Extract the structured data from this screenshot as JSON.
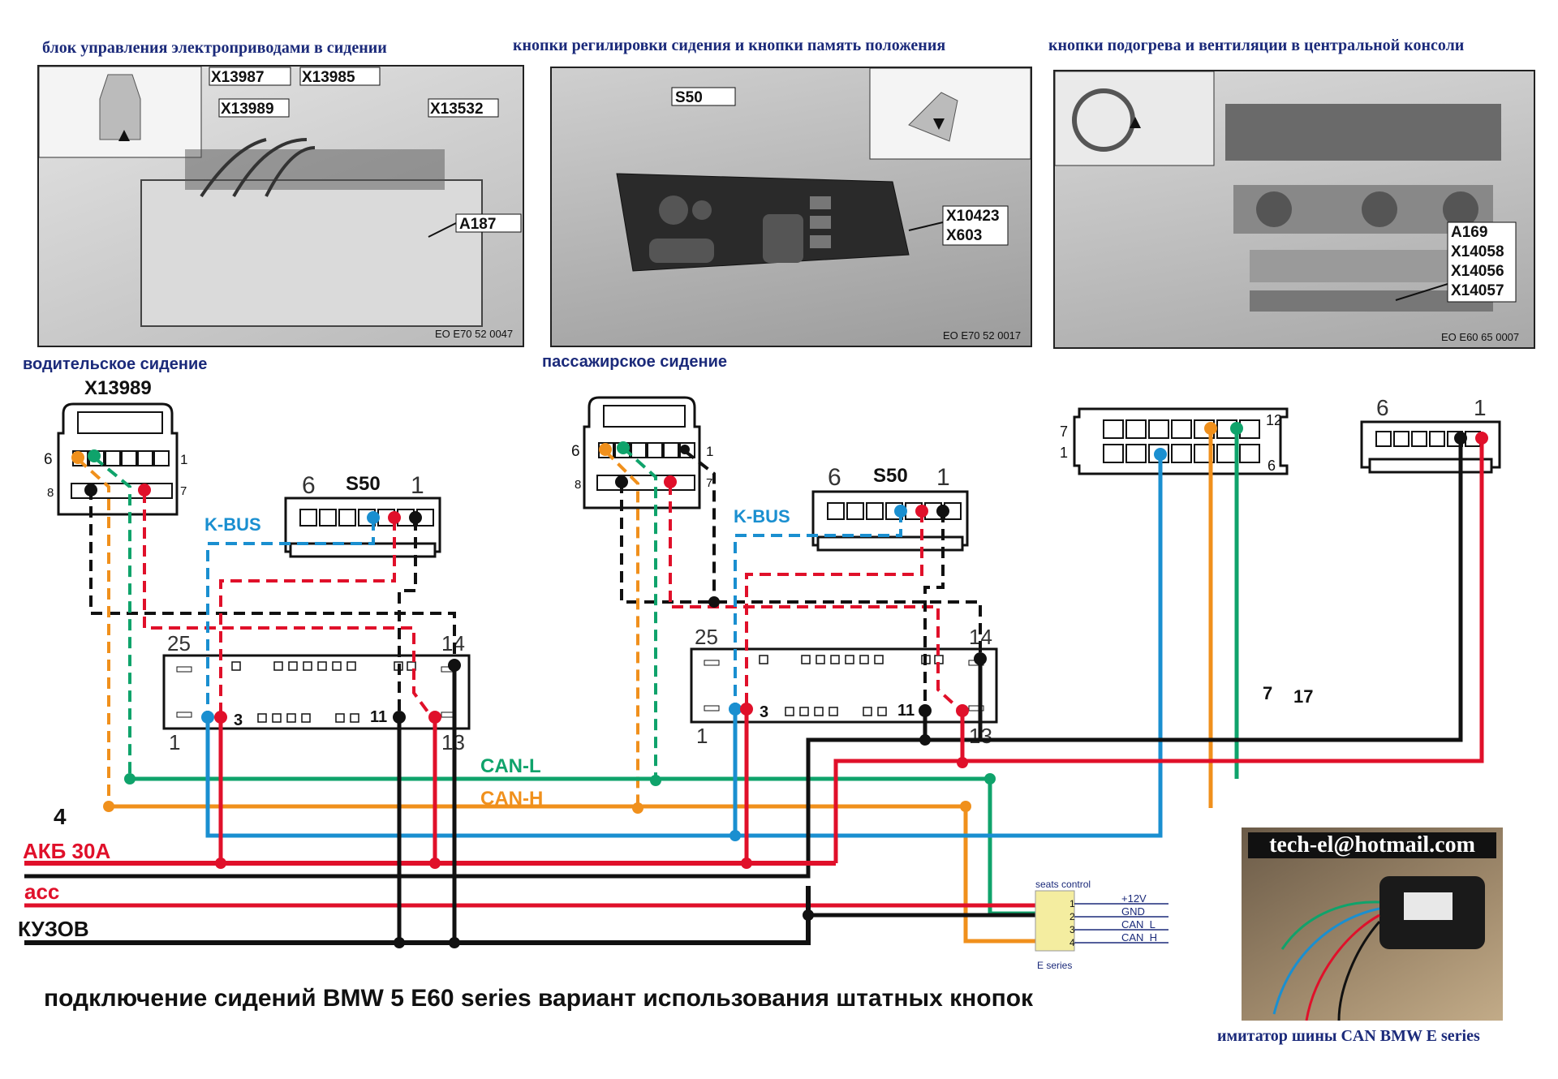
{
  "captions": {
    "photo1": "блок управления электроприводами в сидении",
    "photo2": "кнопки регилировки сидения и кнопки память положения",
    "photo3": "кнопки подогрева и вентиляции в центральной консоли",
    "driver": "водительское сидение",
    "passenger": "пассажирское сидение",
    "bottom_title": "подключение сидений BMW 5 E60 series вариант использования штатных кнопок",
    "device": "имитатор шины CAN BMW E series"
  },
  "photo1": {
    "labels": [
      "X13987",
      "X13985",
      "X13989",
      "X13532",
      "A187"
    ],
    "ref": "EO E70 52 0047"
  },
  "photo2": {
    "labels": [
      "S50",
      "X10423",
      "X603"
    ],
    "ref": "EO E70 52 0017"
  },
  "photo3": {
    "labels": [
      "A169",
      "X14058",
      "X14056",
      "X14057"
    ],
    "ref": "EO E60 65 0007"
  },
  "driver": {
    "connector": "X13989",
    "c_pins": [
      "6",
      "1",
      "8",
      "7"
    ],
    "switch": "S50",
    "s_pins": [
      "6",
      "1"
    ],
    "kbus": "K-BUS",
    "module_pins": [
      "25",
      "14",
      "1",
      "13",
      "3",
      "11"
    ]
  },
  "passenger": {
    "c_pins": [
      "6",
      "1",
      "8",
      "7"
    ],
    "switch": "S50",
    "s_pins": [
      "6",
      "1"
    ],
    "kbus": "K-BUS",
    "module_pins": [
      "25",
      "14",
      "1",
      "13",
      "3",
      "11"
    ]
  },
  "console_connector": {
    "pins": [
      "7",
      "12",
      "1",
      "6"
    ]
  },
  "right_connector": {
    "pins": [
      "6",
      "1"
    ]
  },
  "pin_labels": {
    "p7": "7",
    "p17": "17",
    "p4": "4"
  },
  "buses": {
    "can_l": "CAN-L",
    "can_h": "CAN-H",
    "akb": "АКБ 30А",
    "acc": "асс",
    "body": "КУЗОВ"
  },
  "seats_control": {
    "title": "seats control",
    "footer": "E series",
    "pins": [
      "1",
      "2",
      "3",
      "4"
    ],
    "signals": [
      "+12V",
      "GND",
      "CAN_L",
      "CAN_H"
    ]
  },
  "email": "tech-el@hotmail.com",
  "colors": {
    "red": "#e0102a",
    "black": "#111111",
    "green": "#0fa36b",
    "orange": "#f0901c",
    "blue": "#1a8fd0",
    "caption": "#1b2a7a"
  }
}
